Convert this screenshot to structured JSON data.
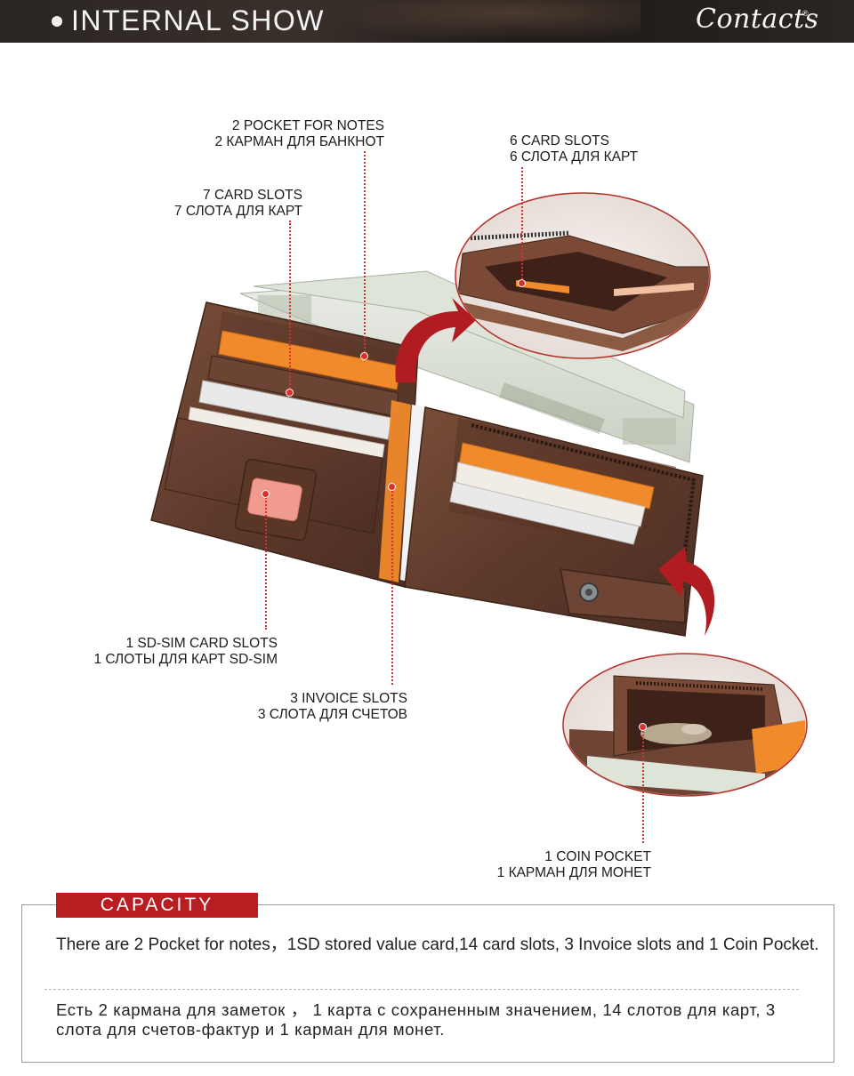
{
  "header": {
    "title": "INTERNAL SHOW",
    "brand": "Contacts",
    "brand_mark": "®"
  },
  "labels": {
    "notes": {
      "en": "2 POCKET FOR NOTES",
      "ru": "2 КАРМАН ДЛЯ БАНКНОТ"
    },
    "card7": {
      "en": "7 CARD SLOTS",
      "ru": "7 СЛОТА ДЛЯ КАРТ"
    },
    "card6": {
      "en": "6 CARD SLOTS",
      "ru": "6 СЛОТА ДЛЯ КАРТ"
    },
    "sdsim": {
      "en": "1 SD-SIM CARD SLOTS",
      "ru": "1 СЛОТЫ ДЛЯ КАРТ SD-SIM"
    },
    "invoice": {
      "en": "3 INVOICE SLOTS",
      "ru": "3 СЛОТА ДЛЯ СЧЕТОВ"
    },
    "coin": {
      "en": "1 COIN POCKET",
      "ru": "1 КАРМАН ДЛЯ МОНЕТ"
    }
  },
  "capacity": {
    "tag": "CAPACITY",
    "text_en": "There are 2 Pocket for notes，1SD stored value card,14 card slots,  3 Invoice slots and 1 Coin Pocket.",
    "text_ru": "Есть 2 кармана для заметок ，  1 карта с сохраненным значением, 14 слотов для карт, 3 слота для счетов-фактур и 1 карман для монет."
  },
  "colors": {
    "accent": "#b81d22",
    "leader": "#d4322c",
    "leather": "#6b4433",
    "card_orange": "#f08a2a"
  }
}
